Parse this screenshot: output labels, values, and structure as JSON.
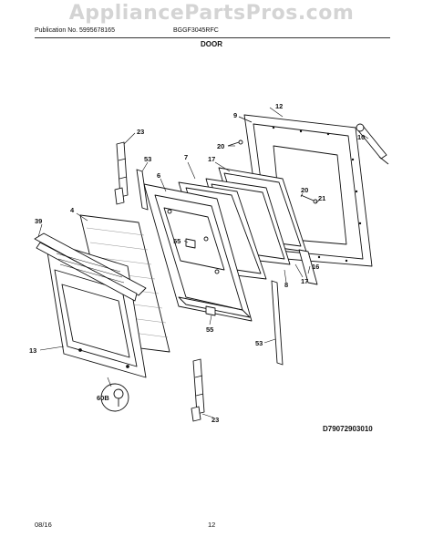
{
  "header": {
    "watermark": "AppliancePartsPros.com",
    "publication": "Publication No. 5995678165",
    "model": "BGGF3045RFC",
    "section_title": "DOOR"
  },
  "callouts": {
    "c12": "12",
    "c9": "9",
    "c10": "10",
    "c23_top": "23",
    "c20_top": "20",
    "c7": "7",
    "c17_top": "17",
    "c53_top": "53",
    "c6": "6",
    "c20_mid": "20",
    "c21": "21",
    "c4": "4",
    "c39": "39",
    "c55_top": "55",
    "c16": "16",
    "c8": "8",
    "c17_bot": "17",
    "c55_bot": "55",
    "c53_bot": "53",
    "c13": "13",
    "c60b": "60B",
    "c23_bot": "23"
  },
  "footer": {
    "doc_id": "D79072903010",
    "date": "08/16",
    "page": "12"
  }
}
